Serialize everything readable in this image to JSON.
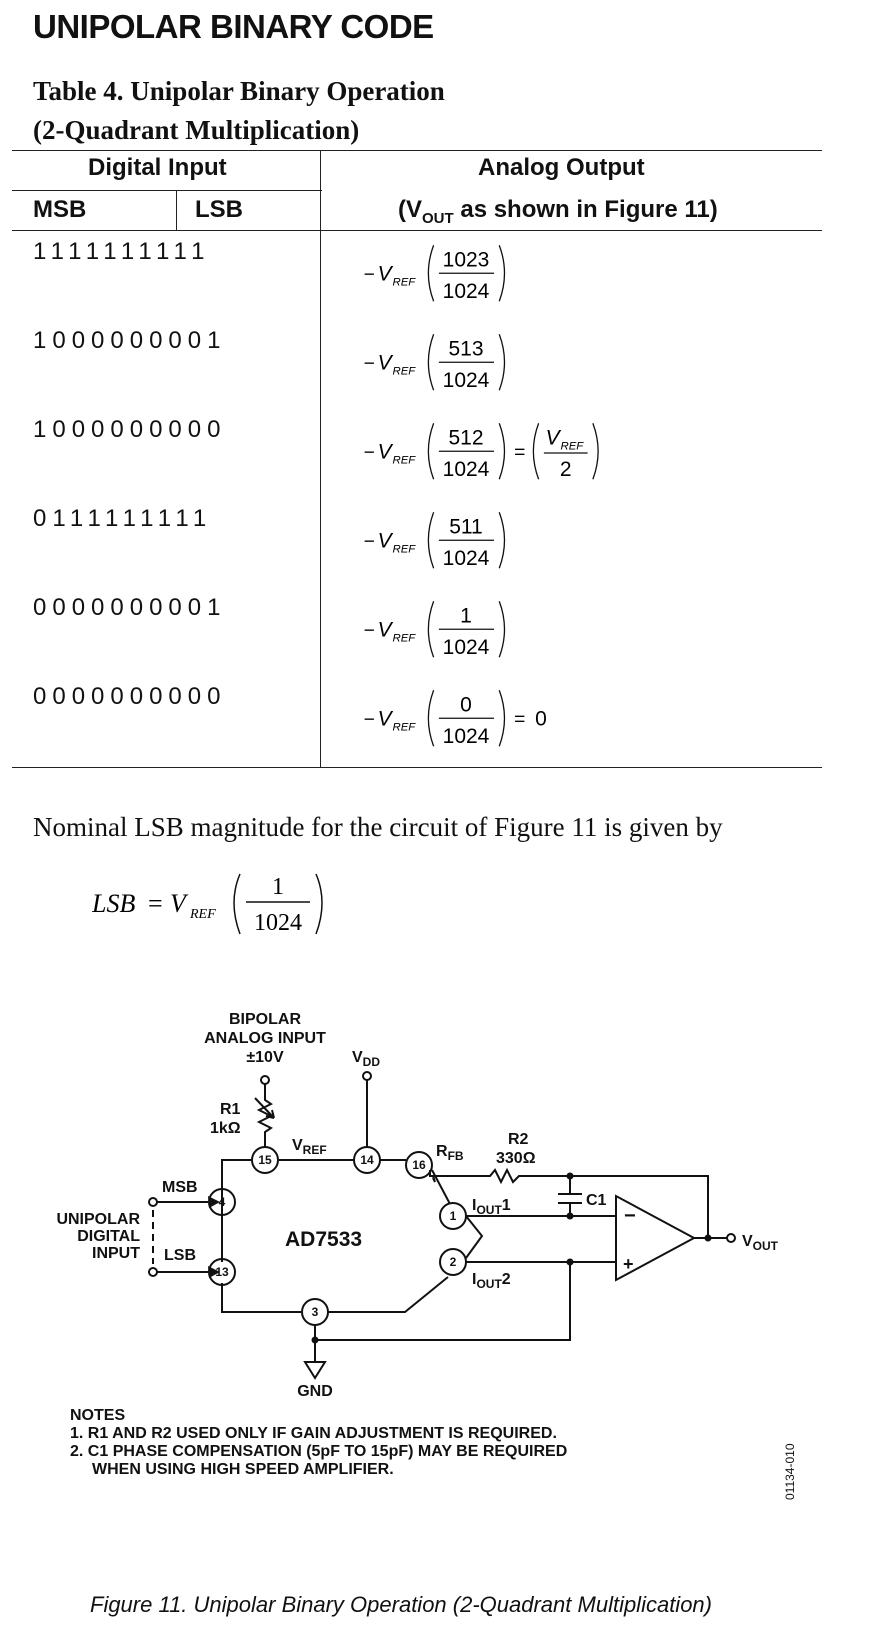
{
  "section_title": "UNIPOLAR BINARY CODE",
  "table": {
    "caption_line1": "Table 4. Unipolar Binary Operation",
    "caption_line2": "(2-Quadrant Multiplication)",
    "header_digital": "Digital Input",
    "header_msb": "MSB",
    "header_lsb": "LSB",
    "header_analog": "Analog Output",
    "header_vout_pre": "(V",
    "header_vout_sub": "OUT",
    "header_vout_post": " as shown in Figure 11)",
    "minus": "−",
    "vref_v": "V",
    "vref_sub": "REF",
    "rows": [
      {
        "bits": "1111111111",
        "num": "1023",
        "den": "1024",
        "suffix": ""
      },
      {
        "bits": "1000000001",
        "num": "513",
        "den": "1024",
        "suffix": ""
      },
      {
        "bits": "1000000000",
        "num": "512",
        "den": "1024",
        "suffix": "half"
      },
      {
        "bits": "0111111111",
        "num": "511",
        "den": "1024",
        "suffix": ""
      },
      {
        "bits": "0000000001",
        "num": "1",
        "den": "1024",
        "suffix": ""
      },
      {
        "bits": "0000000000",
        "num": "0",
        "den": "1024",
        "suffix": "zero"
      }
    ],
    "equals": "=",
    "half_den": "2",
    "zero_value": "0"
  },
  "body_text": "Nominal LSB magnitude for the circuit of Figure 11 is given by",
  "lsb_equation": {
    "lhs": "LSB",
    "eq": "=",
    "v": "V",
    "sub": "REF",
    "num": "1",
    "den": "1024"
  },
  "circuit": {
    "bipolar_line1": "BIPOLAR",
    "bipolar_line2": "ANALOG INPUT",
    "bipolar_line3": "±10V",
    "vdd_v": "V",
    "vdd_sub": "DD",
    "r1_name": "R1",
    "r1_value": "1kΩ",
    "vref_v": "V",
    "vref_sub": "REF",
    "rfb_r": "R",
    "rfb_sub": "FB",
    "r2_name": "R2",
    "r2_value": "330Ω",
    "c1_name": "C1",
    "msb_label": "MSB",
    "lsb_label": "LSB",
    "unipolar_line1": "UNIPOLAR",
    "unipolar_line2": "DIGITAL",
    "unipolar_line3": "INPUT",
    "chip_name": "AD7533",
    "iout1_i": "I",
    "iout1_sub": "OUT",
    "iout1_num": "1",
    "iout2_i": "I",
    "iout2_sub": "OUT",
    "iout2_num": "2",
    "vout_v": "V",
    "vout_sub": "OUT",
    "gnd_label": "GND",
    "opamp_minus": "−",
    "opamp_plus": "+",
    "pins": {
      "p15": "15",
      "p14": "14",
      "p16": "16",
      "p4": "4",
      "p13": "13",
      "p1": "1",
      "p2": "2",
      "p3": "3"
    }
  },
  "notes": {
    "title": "NOTES",
    "line1": "1. R1 AND R2 USED ONLY IF GAIN ADJUSTMENT IS REQUIRED.",
    "line2": "2. C1 PHASE COMPENSATION (5pF TO 15pF) MAY BE REQUIRED",
    "line3": "WHEN USING HIGH SPEED AMPLIFIER."
  },
  "figure_id": "01134-010",
  "figure_caption": "Figure 11. Unipolar Binary Operation (2-Quadrant Multiplication)"
}
